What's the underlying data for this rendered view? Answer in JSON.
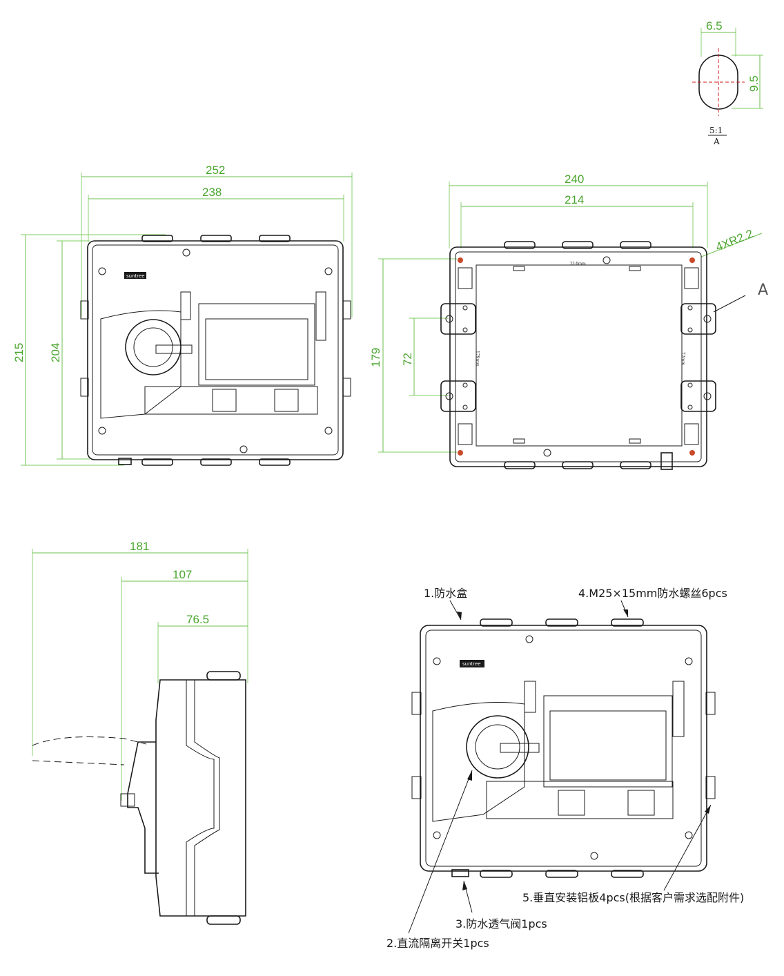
{
  "detail": {
    "width": "6.5",
    "height": "9.5",
    "scale": "5:1",
    "label": "A"
  },
  "front_view": {
    "width_outer": "252",
    "width_inner": "238",
    "height_outer": "215",
    "height_inner": "204",
    "brand": "suntree"
  },
  "back_view": {
    "width_outer": "240",
    "width_inner": "214",
    "height": "179",
    "hole_spacing": "72",
    "corner_radius": "4XR2.2",
    "detail_ref": "A",
    "small_label_top": "214mm",
    "small_label_left": "179mm",
    "small_label_right": "72mm"
  },
  "side_view": {
    "d1": "181",
    "d2": "107",
    "d3": "76.5"
  },
  "parts_view": {
    "brand": "suntree",
    "callouts": [
      "1.防水盒",
      "2.直流隔离开关1pcs",
      "3.防水透气阀1pcs",
      "4.M25×15mm防水螺丝6pcs",
      "5.垂直安装铝板4pcs(根据客户需求选配附件)"
    ]
  }
}
